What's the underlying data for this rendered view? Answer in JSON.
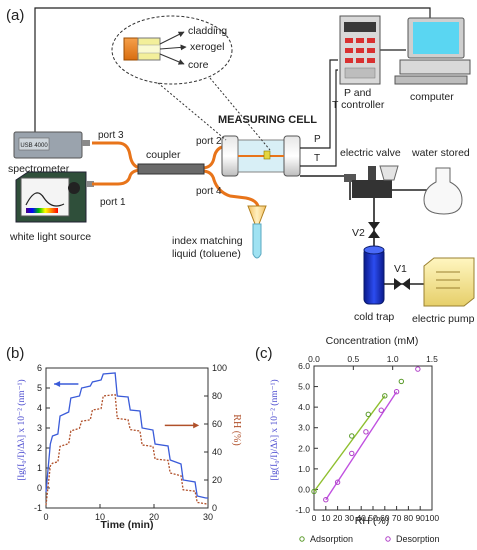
{
  "panel_a": {
    "label": "(a)",
    "spectrometer_display": "USB 4000",
    "labels": {
      "cladding": "cladding",
      "xerogel": "xerogel",
      "core": "core",
      "measuring_cell": "MEASURING CELL",
      "p": "P",
      "t": "T",
      "p_and_t_1": "P and",
      "p_and_t_2": "T controller",
      "computer": "computer",
      "port3": "port 3",
      "coupler": "coupler",
      "port2": "port 2",
      "port4": "port 4",
      "port1": "port 1",
      "spectrometer": "spectrometer",
      "white_light": "white light source",
      "electric_valve": "electric valve",
      "water_stored": "water stored",
      "index_1": "index matching",
      "index_2": "liquid (toluene)",
      "v2": "V2",
      "v1": "V1",
      "cold_trap": "cold trap",
      "electric_pump": "electric pump"
    }
  },
  "chart_data": [
    {
      "panel": "(b)",
      "type": "line",
      "xlabel": "Time (min)",
      "ylabel": "[lg(I₀/I)/Δλ] x 10⁻² (nm⁻¹)",
      "y2label": "RH (%)",
      "xlim": [
        0,
        30
      ],
      "ylim": [
        -1,
        6
      ],
      "y2lim": [
        0,
        100
      ],
      "xticks": [
        0,
        10,
        20,
        30
      ],
      "yticks": [
        -1,
        0,
        1,
        2,
        3,
        4,
        5,
        6
      ],
      "y2ticks": [
        0,
        20,
        40,
        60,
        80,
        100
      ],
      "series": [
        {
          "axis": "left",
          "color": "#3a5bd9",
          "x": [
            0,
            0.8,
            1.2,
            2.2,
            2.6,
            4.2,
            4.6,
            6.2,
            6.6,
            8.2,
            8.6,
            10.2,
            10.6,
            12.8,
            13.2,
            15.2,
            15.6,
            17.4,
            17.8,
            19.8,
            20.2,
            22.6,
            23.0,
            25.0,
            25.4,
            27.6,
            28.0,
            29.6,
            30.0
          ],
          "values": [
            -0.2,
            2.2,
            2.6,
            2.7,
            3.6,
            3.8,
            4.5,
            4.6,
            5.0,
            5.1,
            5.3,
            5.4,
            5.7,
            5.75,
            4.6,
            4.55,
            3.9,
            3.85,
            3.0,
            2.9,
            2.2,
            2.1,
            1.4,
            1.2,
            0.4,
            0.3,
            -0.4,
            -0.5,
            -0.5
          ]
        },
        {
          "axis": "right",
          "color": "#b0502a",
          "x": [
            0,
            0.8,
            1.2,
            2.2,
            2.6,
            4.2,
            4.6,
            6.2,
            6.6,
            8.2,
            8.6,
            10.2,
            10.6,
            12.8,
            13.2,
            15.2,
            15.6,
            17.4,
            17.8,
            19.8,
            20.2,
            22.6,
            23.0,
            25.0,
            25.4,
            27.6,
            28.0,
            29.6,
            30.0
          ],
          "values": [
            2,
            30,
            32,
            33,
            44,
            46,
            55,
            57,
            62,
            63,
            70,
            71,
            80,
            81,
            64,
            63,
            56,
            55,
            45,
            44,
            35,
            34,
            25,
            23,
            13,
            12,
            4,
            3,
            3
          ]
        }
      ],
      "arrows": [
        "left-axis arrow",
        "right-axis arrow"
      ]
    },
    {
      "panel": "(c)",
      "type": "scatter",
      "xlabel": "RH (%)",
      "x2label": "Concentration (mM)",
      "ylabel": "[lg(I₀/I)/Δλ] x 10⁻² (nm⁻¹)",
      "xlim": [
        0,
        100
      ],
      "x2lim": [
        0,
        1.5
      ],
      "ylim": [
        -1,
        6
      ],
      "xticks": [
        0,
        10,
        20,
        30,
        40,
        50,
        60,
        70,
        80,
        90,
        100
      ],
      "x2ticks": [
        0.0,
        0.5,
        1.0,
        1.5
      ],
      "yticks": [
        -1.0,
        0.0,
        1.0,
        2.0,
        3.0,
        4.0,
        5.0,
        6.0
      ],
      "series": [
        {
          "name": "Adsorption",
          "color": "#5a9a2a",
          "x": [
            0,
            32,
            46,
            60,
            74
          ],
          "y": [
            -0.1,
            2.6,
            3.65,
            4.55,
            5.25
          ]
        },
        {
          "name": "Desorption",
          "color": "#b040c8",
          "x": [
            10,
            20,
            32,
            44,
            57,
            70,
            88
          ],
          "y": [
            -0.5,
            0.35,
            1.75,
            2.8,
            3.85,
            4.75,
            5.85
          ]
        }
      ],
      "fits": [
        {
          "color": "#8fbf2f",
          "x": [
            0,
            60
          ],
          "y": [
            -0.1,
            4.55
          ]
        },
        {
          "color": "#c050e0",
          "x": [
            10,
            70
          ],
          "y": [
            -0.5,
            4.75
          ]
        }
      ]
    }
  ]
}
